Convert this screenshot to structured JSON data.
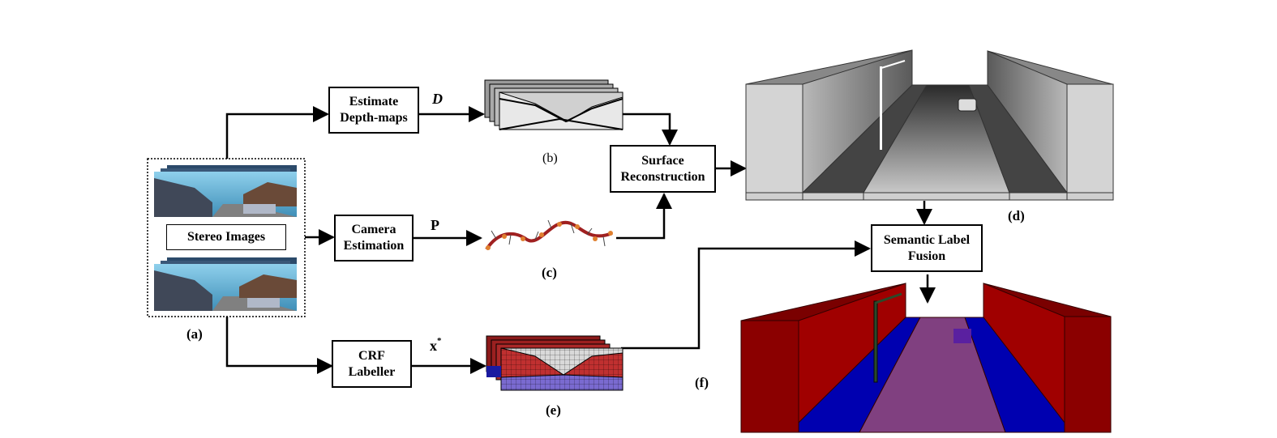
{
  "nodes": {
    "estimate": "Estimate\nDepth-maps",
    "camera": "Camera\nEstimation",
    "crf": "CRF\nLabeller",
    "surface": "Surface\nReconstruction",
    "fusion": "Semantic Label\nFusion",
    "stereo": "Stereo Images"
  },
  "edge_labels": {
    "depth": "D",
    "pose": "P",
    "labels": "x",
    "labels_sup": "*"
  },
  "figure_labels": {
    "a": "(a)",
    "b": "(b)",
    "c": "(c)",
    "d": "(d)",
    "e": "(e)",
    "f": "(f)"
  },
  "colors": {
    "wall_red": "#8b0000",
    "road_blue": "#0000b0",
    "road_purple": "#804080",
    "gray_light": "#d8d8d8",
    "gray_dark": "#555555",
    "trajectory": "#a02020",
    "sky": "#5fb8d8"
  },
  "icons": [
    "stereo-image-stack",
    "depth-map-stack",
    "camera-trajectory",
    "grey-street-model",
    "crf-label-stack",
    "semantic-street-model"
  ]
}
